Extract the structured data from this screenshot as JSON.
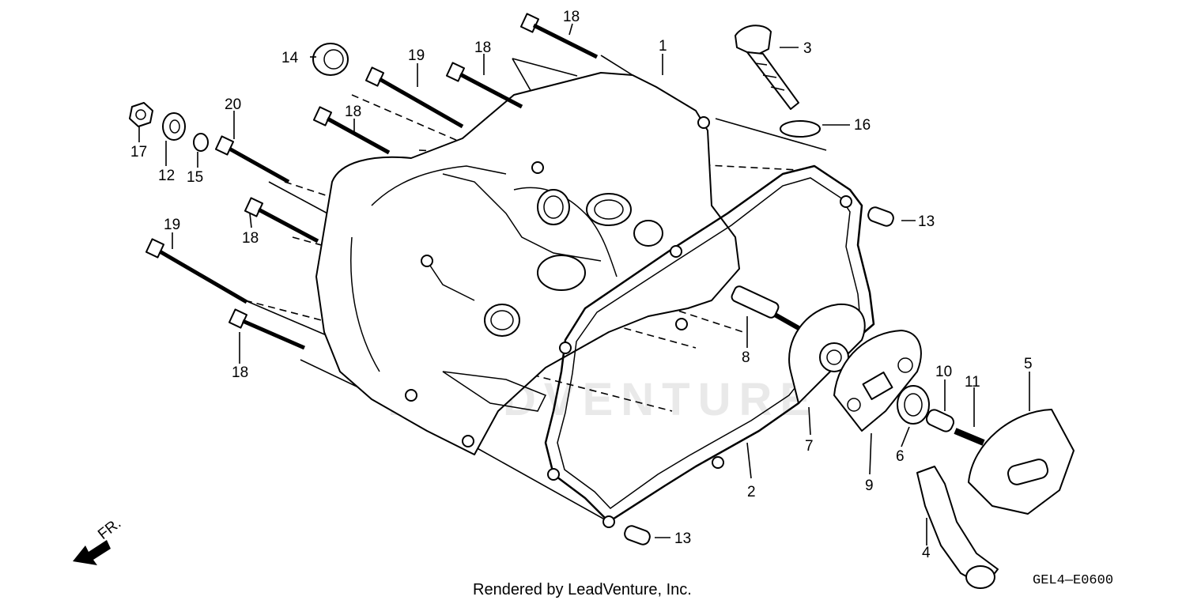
{
  "diagram": {
    "code": "GEL4—E0600",
    "credit": "Rendered by LeadVenture, Inc.",
    "watermark": "LEADVENTURE",
    "front_label": "FR."
  },
  "callouts": {
    "c1": "1",
    "c2": "2",
    "c3": "3",
    "c4": "4",
    "c5": "5",
    "c6": "6",
    "c7": "7",
    "c8": "8",
    "c9": "9",
    "c10": "10",
    "c11": "11",
    "c12": "12",
    "c13a": "13",
    "c13b": "13",
    "c14": "14",
    "c15": "15",
    "c16": "16",
    "c17": "17",
    "c18a": "18",
    "c18b": "18",
    "c18c": "18",
    "c18d": "18",
    "c18e": "18",
    "c19a": "19",
    "c19b": "19",
    "c20": "20"
  }
}
